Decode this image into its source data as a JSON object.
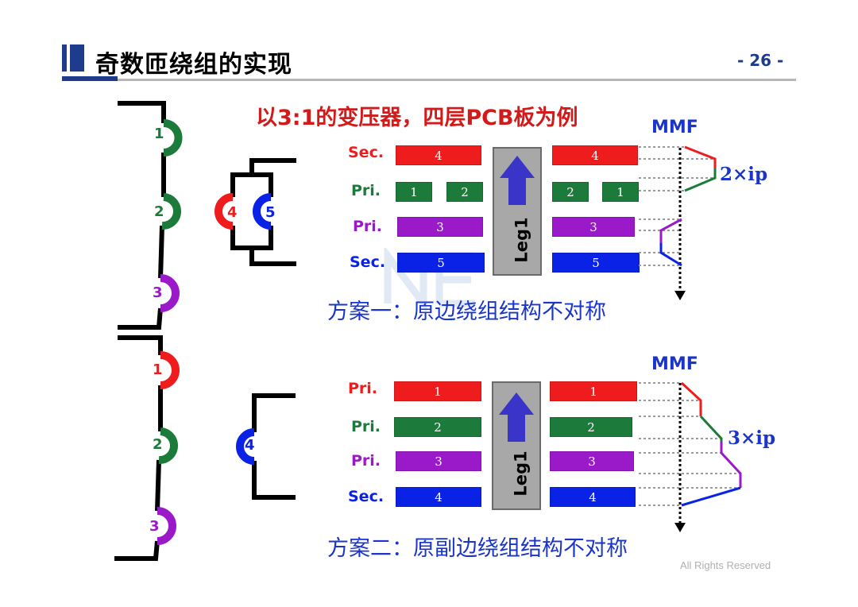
{
  "header": {
    "title": "奇数匝绕组的实现",
    "page_number": "- 26 -"
  },
  "subtitle": "以3:1的变压器，四层PCB板为例",
  "footer": "All Rights Reserved",
  "colors": {
    "red": "#ee1c1c",
    "green": "#1c7a3a",
    "purple": "#9a19c9",
    "blue": "#0a22e6",
    "navy": "#1a35c8"
  },
  "scheme1": {
    "caption": "方案一：原边绕组结构不对称",
    "mmf_label": "MMF",
    "ip_label": "2×ip",
    "leg_label": "Leg1",
    "rows": [
      {
        "label": "Sec.",
        "color": "red",
        "left": [
          "4"
        ],
        "right": [
          "4"
        ]
      },
      {
        "label": "Pri.",
        "color": "green",
        "left": [
          "1",
          "2"
        ],
        "right": [
          "2",
          "1"
        ]
      },
      {
        "label": "Pri.",
        "color": "purple",
        "left": [
          "3"
        ],
        "right": [
          "3"
        ]
      },
      {
        "label": "Sec.",
        "color": "blue",
        "left": [
          "5"
        ],
        "right": [
          "5"
        ]
      }
    ],
    "primary_terminals": [
      "1",
      "2",
      "3"
    ],
    "secondary_terminals": [
      "4",
      "5"
    ]
  },
  "scheme2": {
    "caption": "方案二：原副边绕组结构不对称",
    "mmf_label": "MMF",
    "ip_label": "3×ip",
    "leg_label": "Leg1",
    "rows": [
      {
        "label": "Pri.",
        "color": "red",
        "left": [
          "1"
        ],
        "right": [
          "1"
        ]
      },
      {
        "label": "Pri.",
        "color": "green",
        "left": [
          "2"
        ],
        "right": [
          "2"
        ]
      },
      {
        "label": "Pri.",
        "color": "purple",
        "left": [
          "3"
        ],
        "right": [
          "3"
        ]
      },
      {
        "label": "Sec.",
        "color": "blue",
        "left": [
          "4"
        ],
        "right": [
          "4"
        ]
      }
    ],
    "primary_terminals": [
      "1",
      "2",
      "3"
    ],
    "secondary_terminals": [
      "4"
    ]
  }
}
